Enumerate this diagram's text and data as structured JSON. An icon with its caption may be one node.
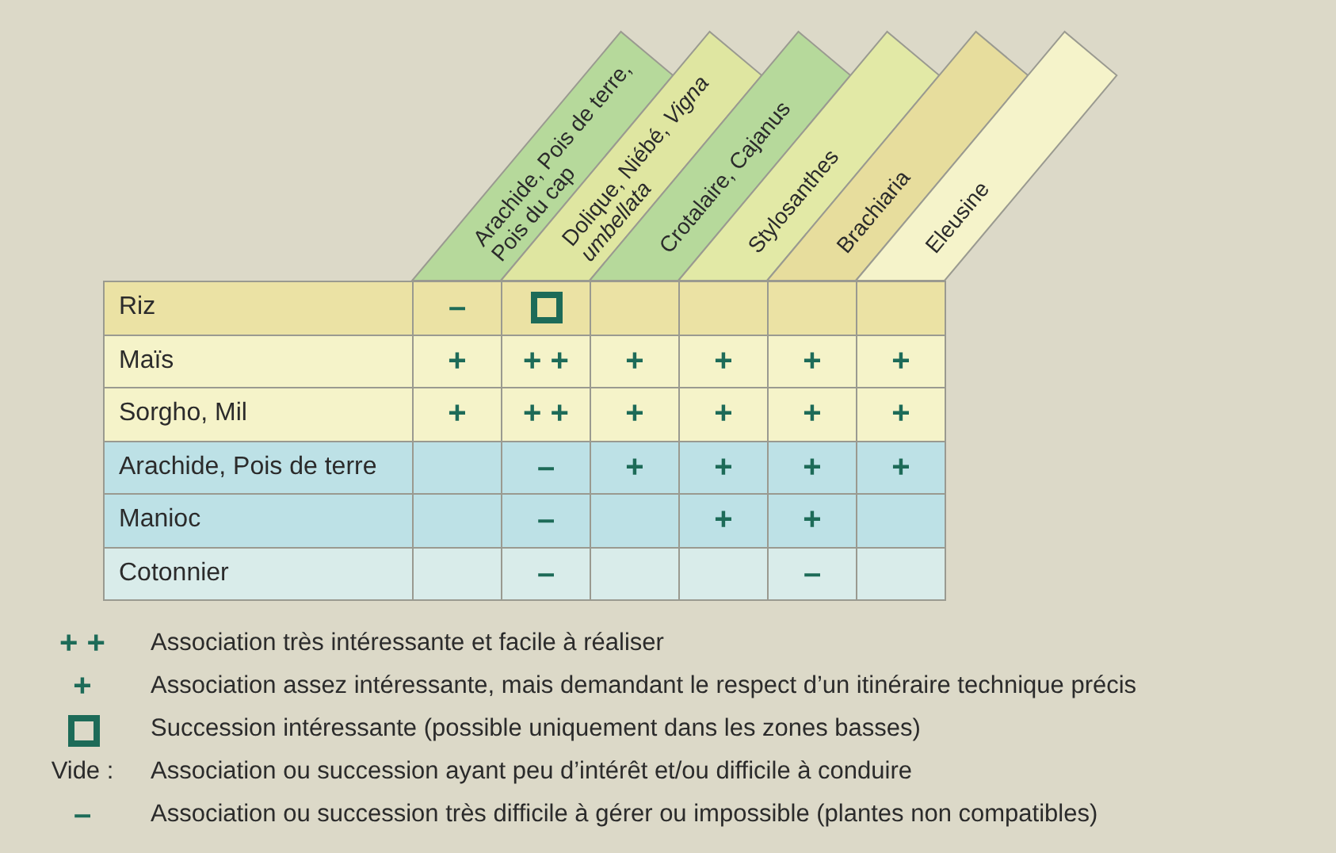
{
  "diagram": {
    "labels": [
      "Arachide, Pois de terre, Pois du cap",
      "Dolique, Niébé, *Vigna umbellata*",
      "Crotalaire, Cajanus",
      "Stylosanthes",
      "Brachiaria",
      "Eleusine",
      "Riz",
      "–",
      "Maïs",
      "+",
      "+ +",
      "+",
      "+",
      "+",
      "+",
      "Sorgho, Mil",
      "+",
      "+ +",
      "+",
      "+",
      "+",
      "+",
      "Arachide, Pois de terre",
      "–",
      "+",
      "+",
      "+",
      "+",
      "Manioc",
      "–",
      "+",
      "+",
      "Cotonnier",
      "–",
      "–",
      "+ +",
      "+",
      "Vide :",
      "–"
    ],
    "legend": [
      {
        "text": "Association très intéressante et facile à réaliser"
      },
      {
        "text": "Association assez intéressante, mais demandant le respect d’un itinéraire technique précis"
      },
      {
        "text": "Succession intéressante (possible uniquement dans les zones basses)"
      },
      {
        "text": "Association ou succession ayant peu d’intérêt et/ou difficile à conduire"
      },
      {
        "text": "Association ou succession très difficile à gérer ou impossible (plantes non compatibles)"
      }
    ]
  }
}
